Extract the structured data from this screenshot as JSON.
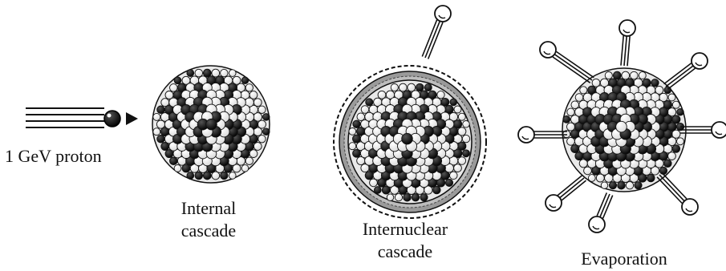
{
  "labels": {
    "proton": "1 GeV proton",
    "stage1": [
      "Internal",
      "cascade"
    ],
    "stage2": [
      "Internuclear",
      "cascade"
    ],
    "stage3": "Evaporation"
  },
  "colors": {
    "ink": "#111111",
    "nucleon_light": "#ffffff",
    "nucleon_dark": "#111111",
    "halo": "#8a8a8a"
  },
  "icons": {
    "nucleus": "nucleus-icon",
    "proton": "proton-icon",
    "emitted_particle": "emitted-particle-icon"
  }
}
